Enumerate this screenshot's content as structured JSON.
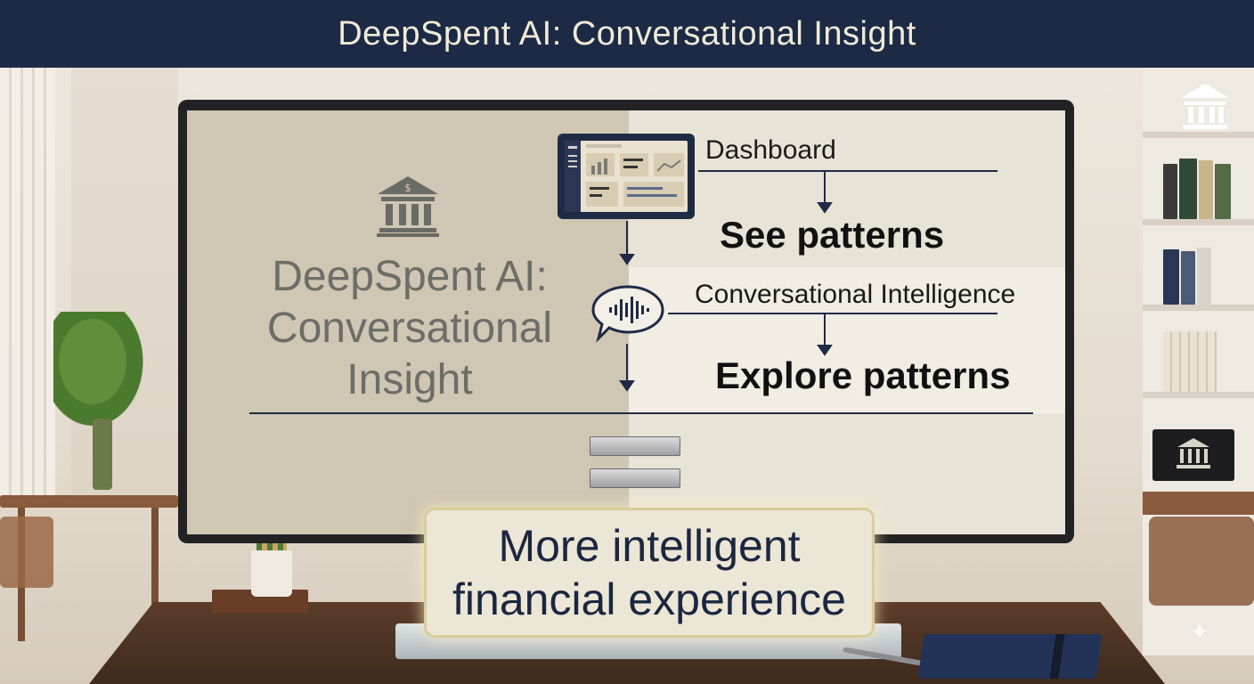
{
  "header": {
    "title": "DeepSpent AI: Conversational Insight"
  },
  "screen": {
    "title_lines": [
      "DeepSpent AI:",
      "Conversational",
      "Insight"
    ],
    "dashboard_label": "Dashboard",
    "dashboard_outcome": "See patterns",
    "conversation_label": "Conversational Intelligence",
    "conversation_outcome": "Explore patterns"
  },
  "result": {
    "lines": [
      "More intelligent",
      "financial experience"
    ]
  },
  "icons": [
    "bank-icon",
    "dashboard-icon",
    "speech-waveform-icon",
    "equals-icon",
    "sparkle-icon"
  ],
  "colors": {
    "header_bg": "#1c2a45",
    "header_text": "#f0ead8",
    "accent_navy": "#1b2740"
  }
}
